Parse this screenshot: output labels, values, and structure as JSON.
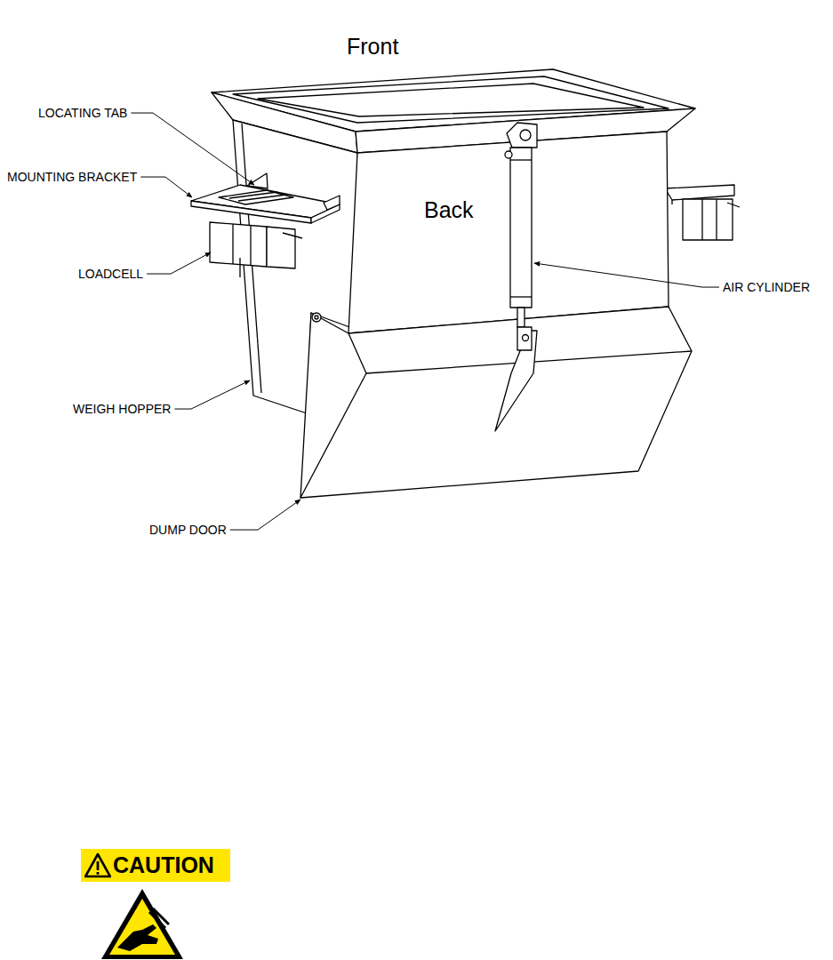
{
  "diagram": {
    "nodes": [
      {
        "text": [
          "CAUTION"
        ]
      }
    ],
    "labels": [
      "Front",
      "LOCATING TAB",
      "MOUNTING BRACKET",
      "Back",
      "LOADCELL",
      "AIR CYLINDER",
      "WEIGH HOPPER",
      "DUMP DOOR"
    ]
  }
}
